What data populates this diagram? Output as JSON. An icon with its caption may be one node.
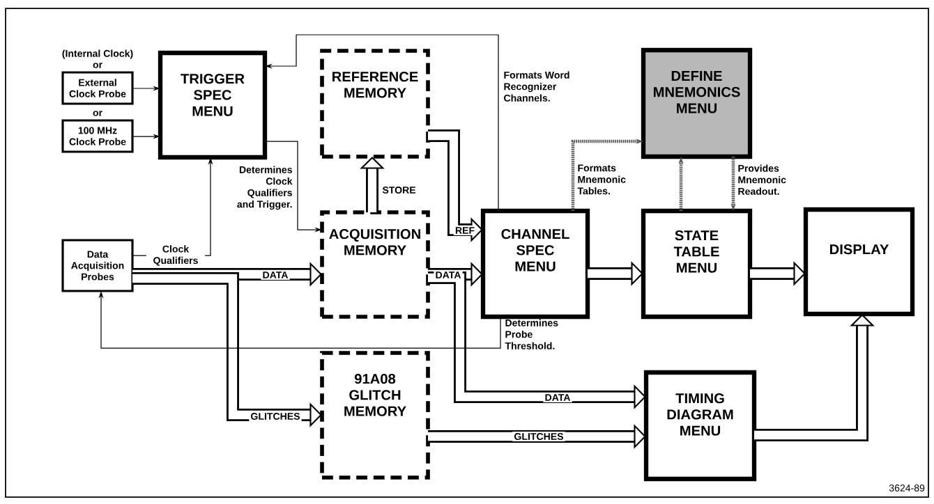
{
  "diagram": {
    "nodes": [
      {
        "text": [
          "External Clock Probe"
        ]
      },
      {
        "text": [
          "100 MHz Clock Probe"
        ]
      },
      {
        "text": [
          "TRIGGER SPEC MENU"
        ]
      },
      {
        "text": [
          "REFERENCE MEMORY"
        ]
      },
      {
        "text": [
          "ACQUISITION MEMORY"
        ]
      },
      {
        "text": [
          "CHANNEL SPEC MENU"
        ]
      },
      {
        "text": [
          "DEFINE MNEMONICS MENU"
        ]
      },
      {
        "text": [
          "STATE TABLE MENU"
        ]
      },
      {
        "text": [
          "DISPLAY"
        ]
      },
      {
        "text": [
          "Data Acquisition Probes"
        ]
      },
      {
        "text": [
          "91A08 GLITCH MEMORY"
        ]
      },
      {
        "text": [
          "TIMING DIAGRAM MENU"
        ]
      }
    ],
    "edges": [
      {
        "from": 0,
        "to": 2,
        "arrow": "to"
      },
      {
        "from": 1,
        "to": 2,
        "arrow": "to"
      },
      {
        "from": 9,
        "to": 2,
        "arrow": "to",
        "label": "Clock Qualifiers"
      },
      {
        "from": 2,
        "to": 4,
        "arrow": "to",
        "label": "Determines Clock Qualifiers and Trigger."
      },
      {
        "from": 5,
        "to": 2,
        "arrow": "to",
        "label": "Formats Word Recognizer Channels."
      },
      {
        "from": 9,
        "to": 4,
        "arrow": "to",
        "label": "DATA"
      },
      {
        "from": 9,
        "to": 10,
        "arrow": "to",
        "label": "GLITCHES"
      },
      {
        "from": 4,
        "to": 3,
        "arrow": "to",
        "label": "STORE"
      },
      {
        "from": 3,
        "to": 5,
        "arrow": "to",
        "label": "REF"
      },
      {
        "from": 4,
        "to": 5,
        "arrow": "to",
        "label": "DATA"
      },
      {
        "from": 4,
        "to": 11,
        "arrow": "to",
        "label": "DATA"
      },
      {
        "from": 10,
        "to": 11,
        "arrow": "to",
        "label": "GLITCHES"
      },
      {
        "from": 5,
        "to": 7,
        "arrow": "to"
      },
      {
        "from": 7,
        "to": 8,
        "arrow": "to"
      },
      {
        "from": 11,
        "to": 8,
        "arrow": "to"
      },
      {
        "from": 5,
        "to": 6,
        "arrow": "to",
        "label": "Formats Mnemonic Tables.",
        "style": "dashed"
      },
      {
        "from": 7,
        "to": 6,
        "arrow": "to",
        "style": "dashed"
      },
      {
        "from": 6,
        "to": 7,
        "arrow": "to",
        "label": "Provides Mnemonic Readout.",
        "style": "dashed"
      },
      {
        "from": 5,
        "to": 9,
        "arrow": "to",
        "label": "Determines Probe Threshold."
      }
    ],
    "labels": [
      "(Internal Clock)",
      "or",
      "or",
      "3624-89"
    ]
  }
}
